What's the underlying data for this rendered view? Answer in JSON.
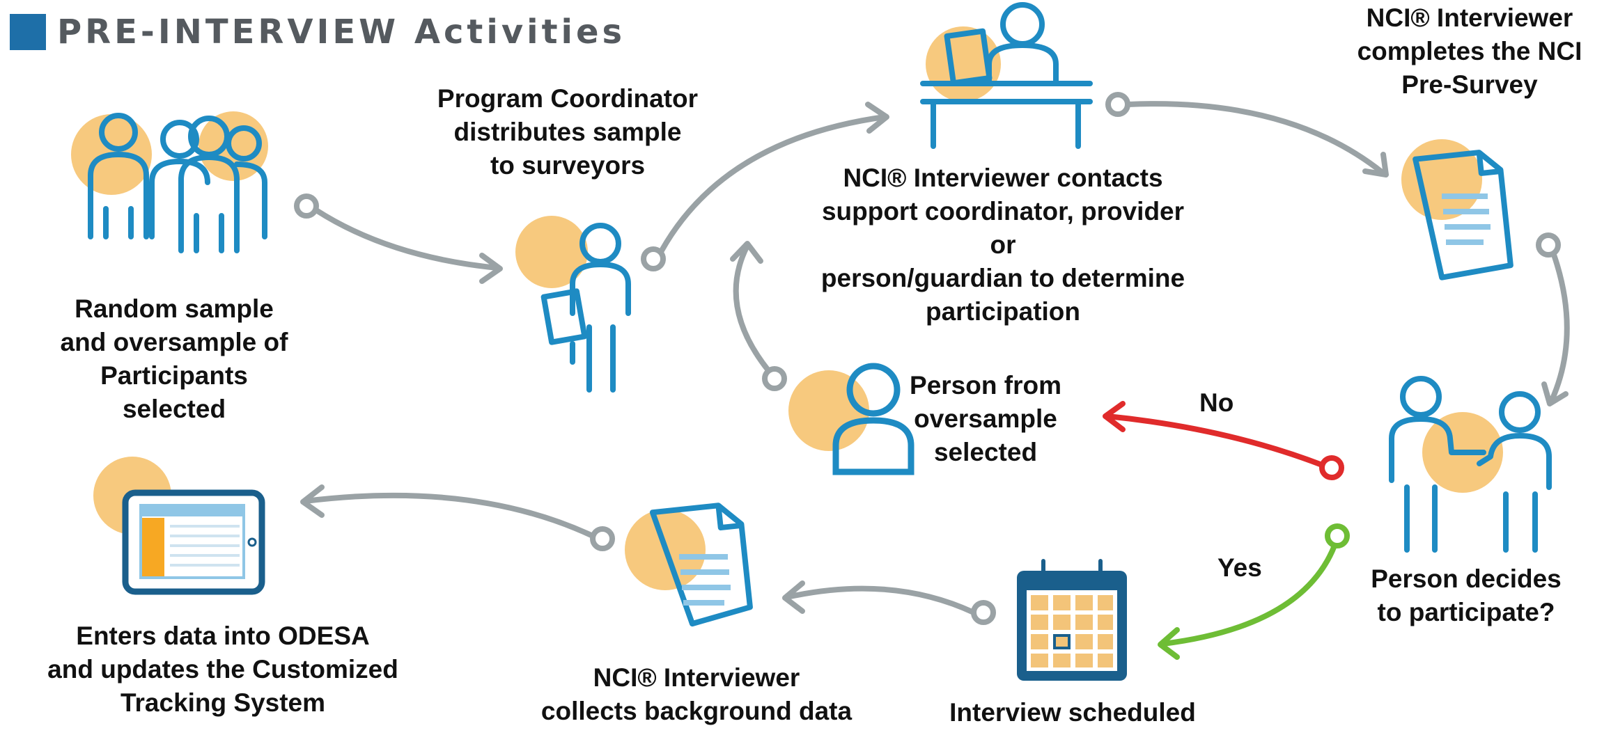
{
  "title": "PRE-INTERVIEW Activities",
  "colors": {
    "accent_blue": "#1e8bc3",
    "title_square": "#1e6fa8",
    "circle_fill": "#f7c97e",
    "arrow_gray": "#9aa2a5",
    "no_red": "#e02b2b",
    "yes_green": "#6ebd35",
    "calendar_blue": "#1a5f8c",
    "calendar_cells": "#f3c479"
  },
  "steps": {
    "random_sample": "Random sample\nand oversample of\nParticipants selected",
    "program_coordinator": "Program Coordinator\ndistributes sample\nto surveyors",
    "contacts": "NCI® Interviewer contacts\nsupport coordinator, provider or\nperson/guardian to determine\nparticipation",
    "pre_survey": "NCI® Interviewer\ncompletes the NCI\nPre-Survey",
    "decides": "Person decides\nto participate?",
    "oversample": "Person from\noversample\nselected",
    "scheduled": "Interview scheduled",
    "background": "NCI® Interviewer\ncollects background data",
    "odesa": "Enters data into ODESA\nand updates the Customized\nTracking System"
  },
  "decision_labels": {
    "no": "No",
    "yes": "Yes"
  },
  "icons": {
    "group": "group-of-people-icon",
    "person_clipboard": "person-with-clipboard-icon",
    "desk": "person-at-desk-icon",
    "document": "document-icon",
    "handshake": "two-people-handshake-icon",
    "person": "person-icon",
    "calendar": "calendar-icon",
    "tablet": "tablet-icon"
  }
}
